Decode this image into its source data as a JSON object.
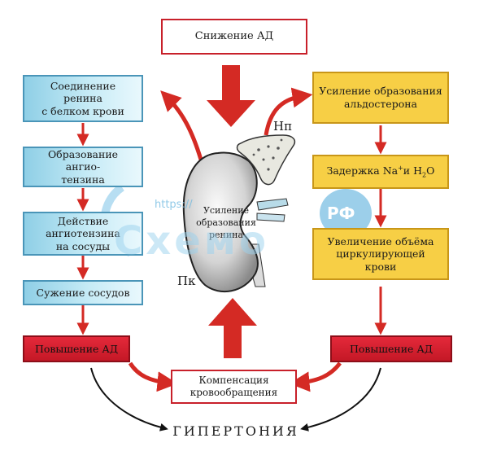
{
  "top": "Снижение АД",
  "left": {
    "b1": [
      "Соединение ренина",
      "с белком крови"
    ],
    "b2": [
      "Образование ангио-",
      "тензина"
    ],
    "b3": [
      "Действие ангиотензина",
      "на сосуды"
    ],
    "b4": "Сужение сосудов",
    "b5": "Повышение АД"
  },
  "right": {
    "b1": [
      "Усиление образования",
      "альдостерона"
    ],
    "b2_pre": "Задержка Na",
    "b2_sup": "+",
    "b2_mid": "и Н",
    "b2_sub": "2",
    "b2_post": "О",
    "b3": [
      "Увеличение объёма",
      "циркулирующей крови"
    ],
    "b4": "Повышение АД"
  },
  "center": {
    "kidney_text": [
      "Усиление",
      "образования",
      "ренина"
    ],
    "np": "Нп",
    "pk": "Пк",
    "comp": [
      "Компенсация",
      "кровообращения"
    ]
  },
  "bottom": "ГИПЕРТОНИЯ",
  "watermark": {
    "url": "https://",
    "brand": "Схемо",
    "rf": "РФ"
  },
  "colors": {
    "arrow_red": "#d42a24",
    "blue_box": "#a9def0",
    "yellow_box": "#f7cf45",
    "red_box": "#d61f2e"
  }
}
